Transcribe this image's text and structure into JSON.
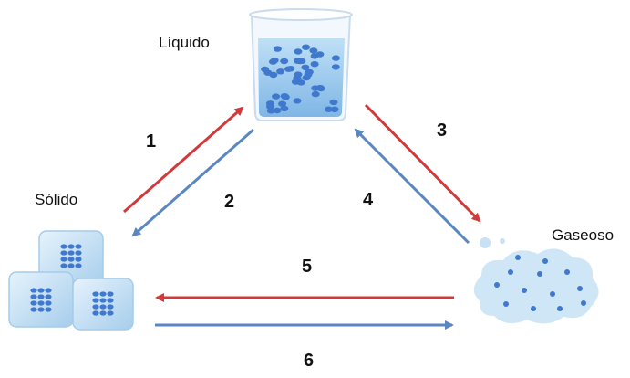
{
  "states": {
    "liquid": {
      "label": "Líquido"
    },
    "solid": {
      "label": "Sólido"
    },
    "gas": {
      "label": "Gaseoso"
    }
  },
  "transitions": [
    {
      "number": "1",
      "from": "Sólido",
      "to": "Líquido",
      "color": "#d03a3a"
    },
    {
      "number": "2",
      "from": "Líquido",
      "to": "Sólido",
      "color": "#5a86c2"
    },
    {
      "number": "3",
      "from": "Líquido",
      "to": "Gaseoso",
      "color": "#d03a3a"
    },
    {
      "number": "4",
      "from": "Gaseoso",
      "to": "Líquido",
      "color": "#5a86c2"
    },
    {
      "number": "5",
      "from": "Gaseoso",
      "to": "Sólido",
      "color": "#d03a3a"
    },
    {
      "number": "6",
      "from": "Sólido",
      "to": "Gaseoso",
      "color": "#5a86c2"
    }
  ],
  "colors": {
    "heating": "#d03a3a",
    "cooling": "#5a86c2",
    "particle": "#3f78cc",
    "ice": "#c9e3f6",
    "liquid": "#a9d2f0"
  }
}
